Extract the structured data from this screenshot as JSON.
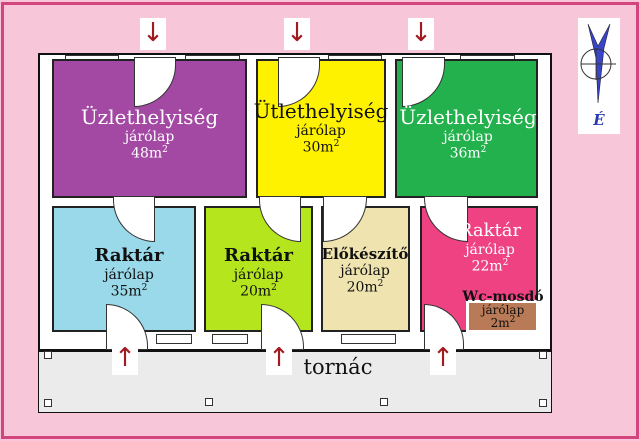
{
  "rooms": [
    {
      "name": "Üzlethelyiség",
      "floor": "járólap",
      "area": "48m",
      "color": "#a349a4"
    },
    {
      "name": "Ütlethelyiség",
      "floor": "járólap",
      "area": "30m",
      "color": "#fff200"
    },
    {
      "name": "Üzlethelyiség",
      "floor": "járólap",
      "area": "36m",
      "color": "#22b14c"
    },
    {
      "name": "Raktár",
      "floor": "járólap",
      "area": "35m",
      "color": "#99d9ea"
    },
    {
      "name": "Raktár",
      "floor": "járólap",
      "area": "20m",
      "color": "#b5e61d"
    },
    {
      "name": "Előkészítő",
      "floor": "járólap",
      "area": "20m",
      "color": "#efe4b0"
    },
    {
      "name": "Raktár",
      "floor": "járólap",
      "area": "22m",
      "color": "#ee4282"
    },
    {
      "name": "Wc-mosdó",
      "floor": "járólap",
      "area": "2m",
      "color": "#b97a57"
    }
  ],
  "sup": "2",
  "porch": {
    "name": "tornác"
  },
  "compass": {
    "label": "É"
  },
  "arrows": {
    "down": "↓",
    "up": "↑"
  }
}
